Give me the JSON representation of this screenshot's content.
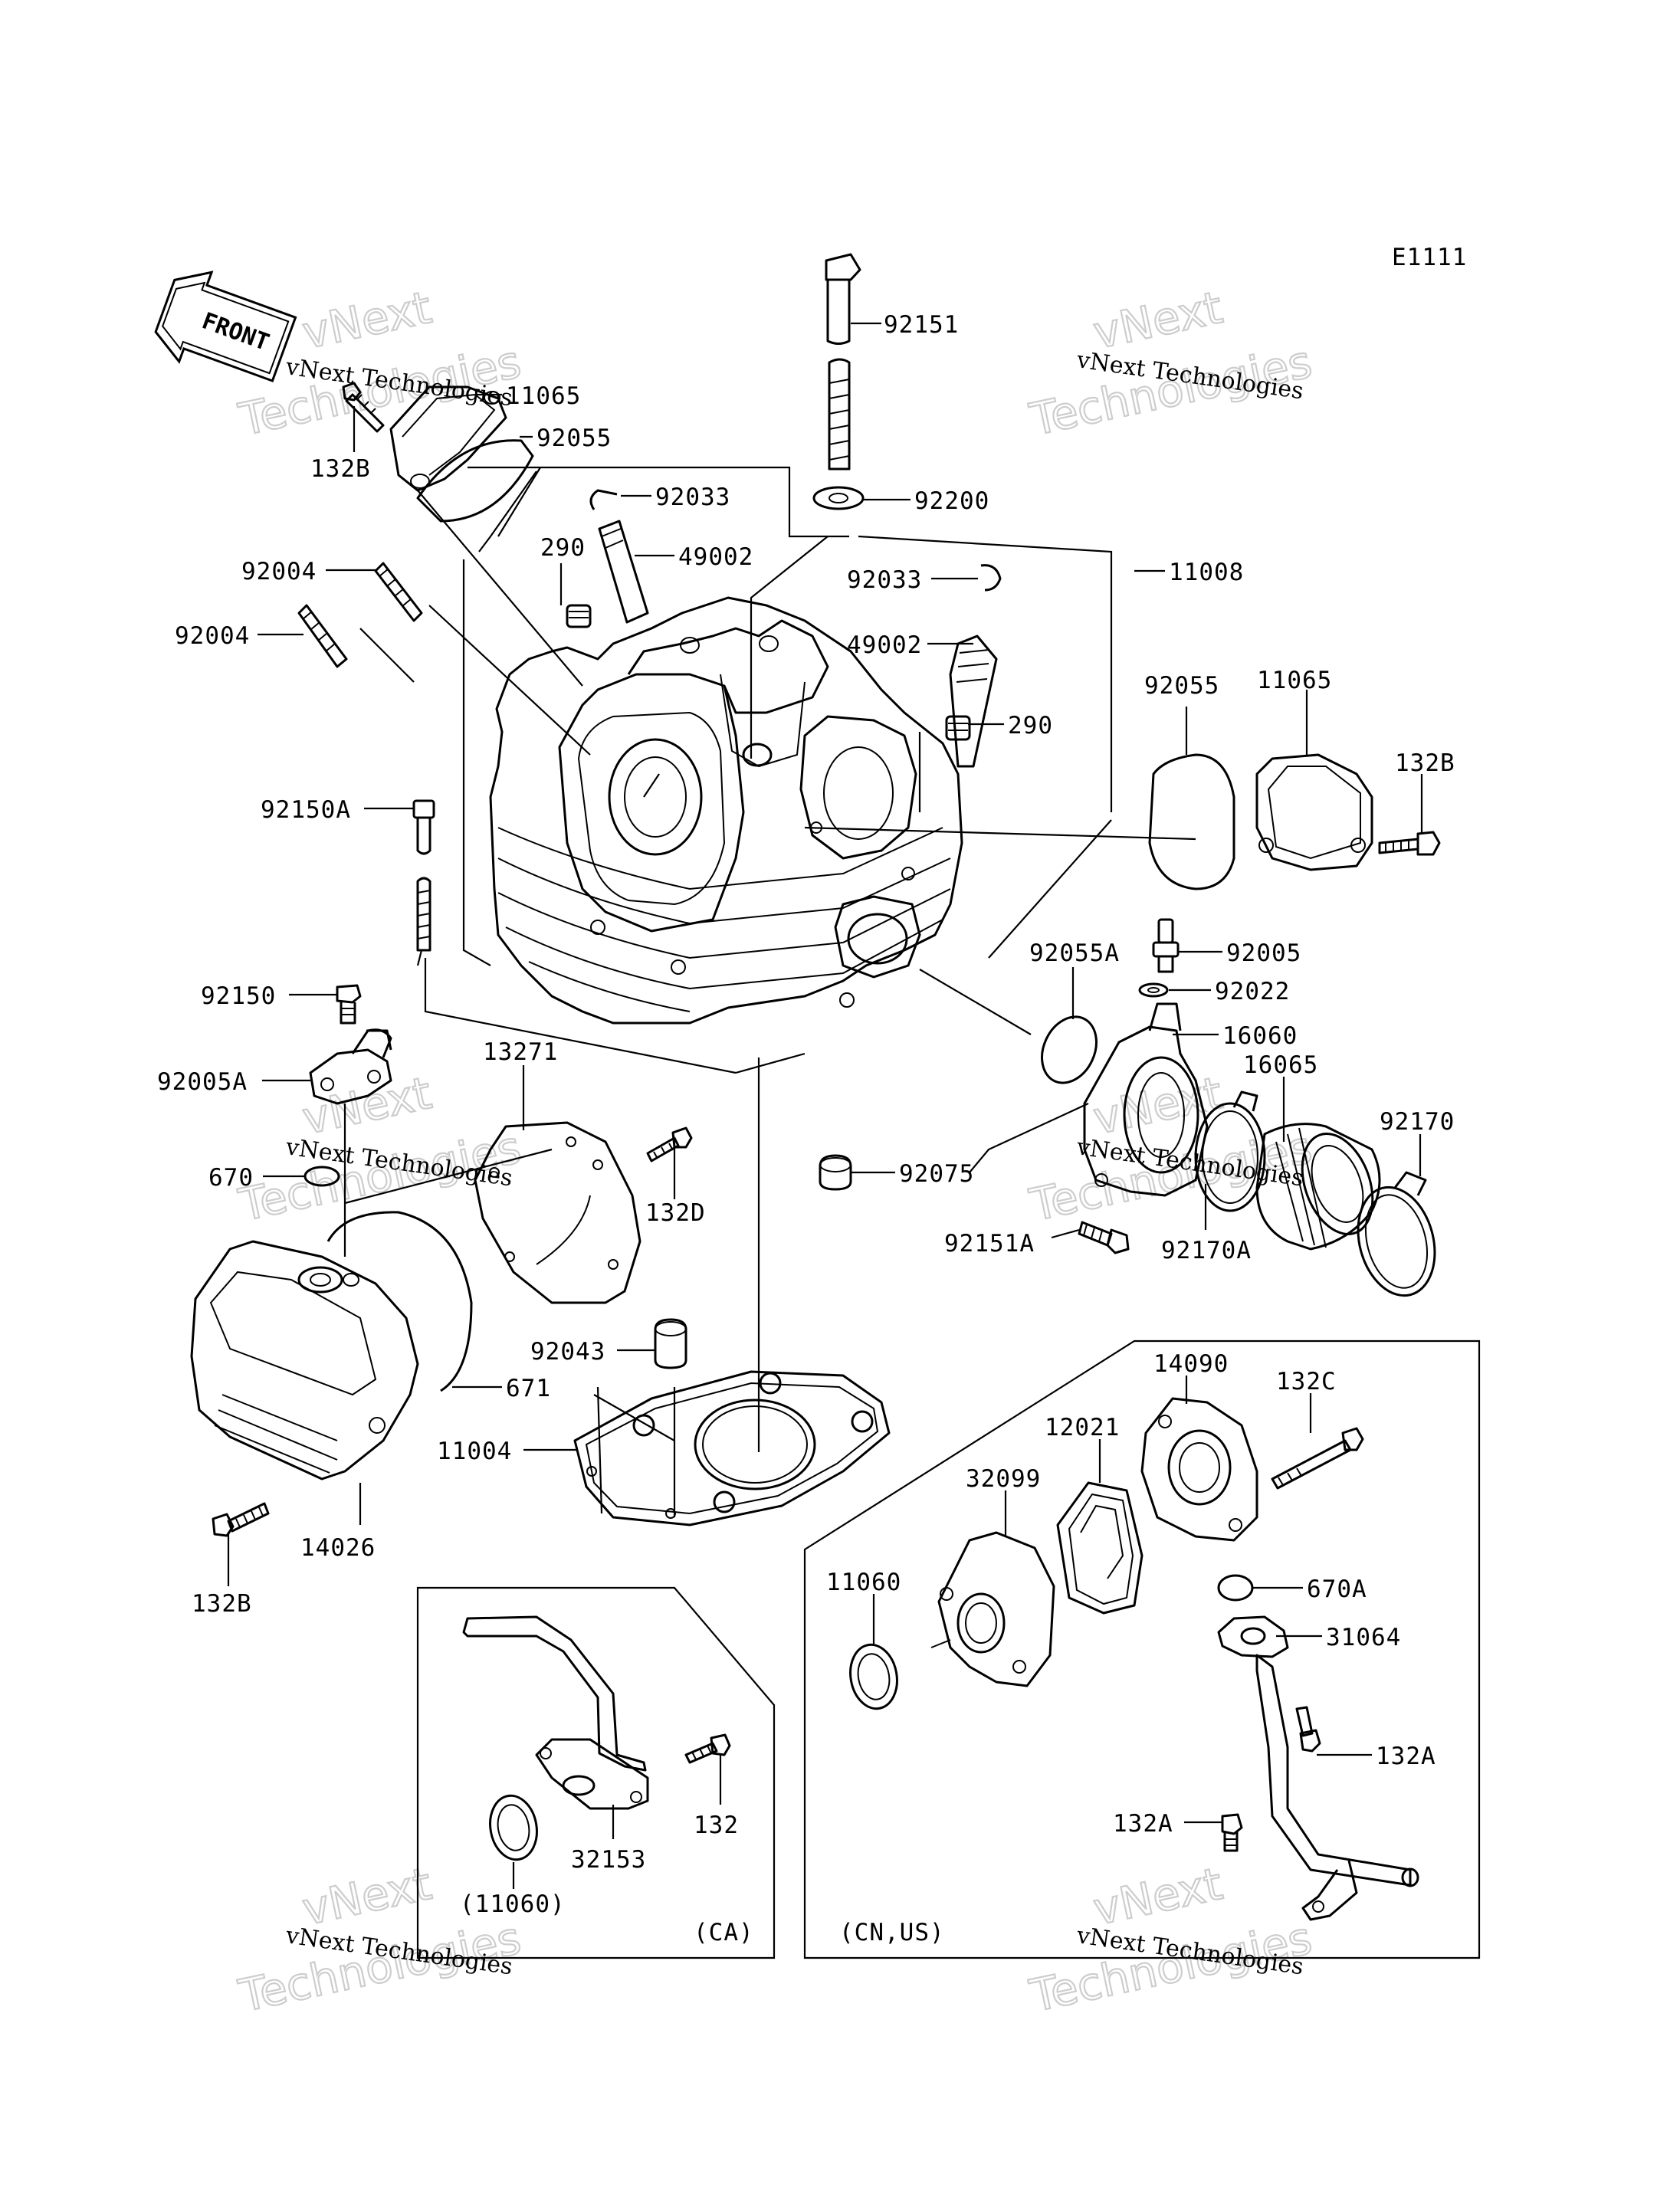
{
  "diagram_code": "E1111",
  "direction_badge": "FRONT",
  "watermark": {
    "company": "vNext Technologies",
    "line1": "vNext",
    "line2": "Technologies"
  },
  "callouts": {
    "c92151": "92151",
    "c11065a": "11065",
    "c92055a": "92055",
    "c132Ba": "132B",
    "c92033a": "92033",
    "c92200": "92200",
    "c290a": "290",
    "c49002a": "49002",
    "c92004a": "92004",
    "c92033b": "92033",
    "c11008": "11008",
    "c92004b": "92004",
    "c49002b": "49002",
    "c92055b": "92055",
    "c11065b": "11065",
    "c290b": "290",
    "c132Bb": "132B",
    "c92150A": "92150A",
    "c92055A": "92055A",
    "c92005": "92005",
    "c92150": "92150",
    "c92022": "92022",
    "c13271": "13271",
    "c16060": "16060",
    "c92005A": "92005A",
    "c16065": "16065",
    "c92170": "92170",
    "c670": "670",
    "c132D": "132D",
    "c92075": "92075",
    "c92151A": "92151A",
    "c92170A": "92170A",
    "c92043": "92043",
    "c671": "671",
    "c14090": "14090",
    "c132C": "132C",
    "c11004": "11004",
    "c12021": "12021",
    "c32099": "32099",
    "c14026": "14026",
    "c11060": "11060",
    "c670A": "670A",
    "c31064": "31064",
    "c132B_bottom": "132B",
    "c132A_right": "132A",
    "c132": "132",
    "c132A_left": "132A",
    "c32153": "32153",
    "c11060_paren": "(11060)"
  },
  "region_labels": {
    "ca": "(CA)",
    "cn_us": "(CN,US)"
  }
}
